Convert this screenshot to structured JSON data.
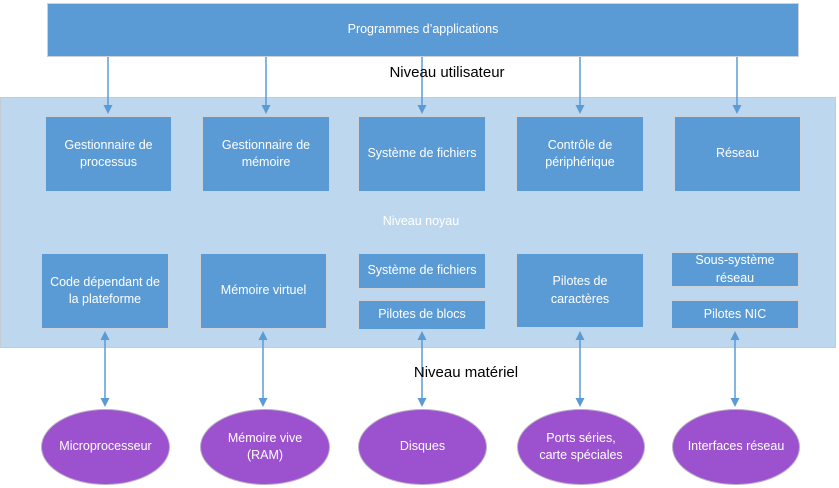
{
  "colors": {
    "box_blue": "#5B9BD5",
    "band_blue": "#BDD7EE",
    "purple": "#9C51CE",
    "arrow": "#5B9BD5"
  },
  "app_layer": {
    "label": "Programmes d’applications"
  },
  "layer_labels": {
    "user": "Niveau utilisateur",
    "kernel": "Niveau noyau",
    "hardware": "Niveau matériel"
  },
  "kernel_top_row": [
    {
      "label": "Gestionnaire de processus"
    },
    {
      "label": "Gestionnaire de mémoire"
    },
    {
      "label": "Système de fichiers"
    },
    {
      "label": "Contrôle de périphérique"
    },
    {
      "label": "Réseau"
    }
  ],
  "kernel_bottom_row": [
    {
      "label": "Code dépendant de la plateforme"
    },
    {
      "label": "Mémoire virtuel"
    },
    {
      "label": "Système de fichiers"
    },
    {
      "label": "Pilotes de blocs"
    },
    {
      "label": "Pilotes de caractères"
    },
    {
      "label": "Sous-système réseau"
    },
    {
      "label": "Pilotes NIC"
    }
  ],
  "hardware_row": [
    {
      "label": "Microprocesseur"
    },
    {
      "label": "Mémoire vive (RAM)"
    },
    {
      "label": "Disques"
    },
    {
      "label": "Ports séries, carte spéciales"
    },
    {
      "label": "Interfaces réseau"
    }
  ]
}
